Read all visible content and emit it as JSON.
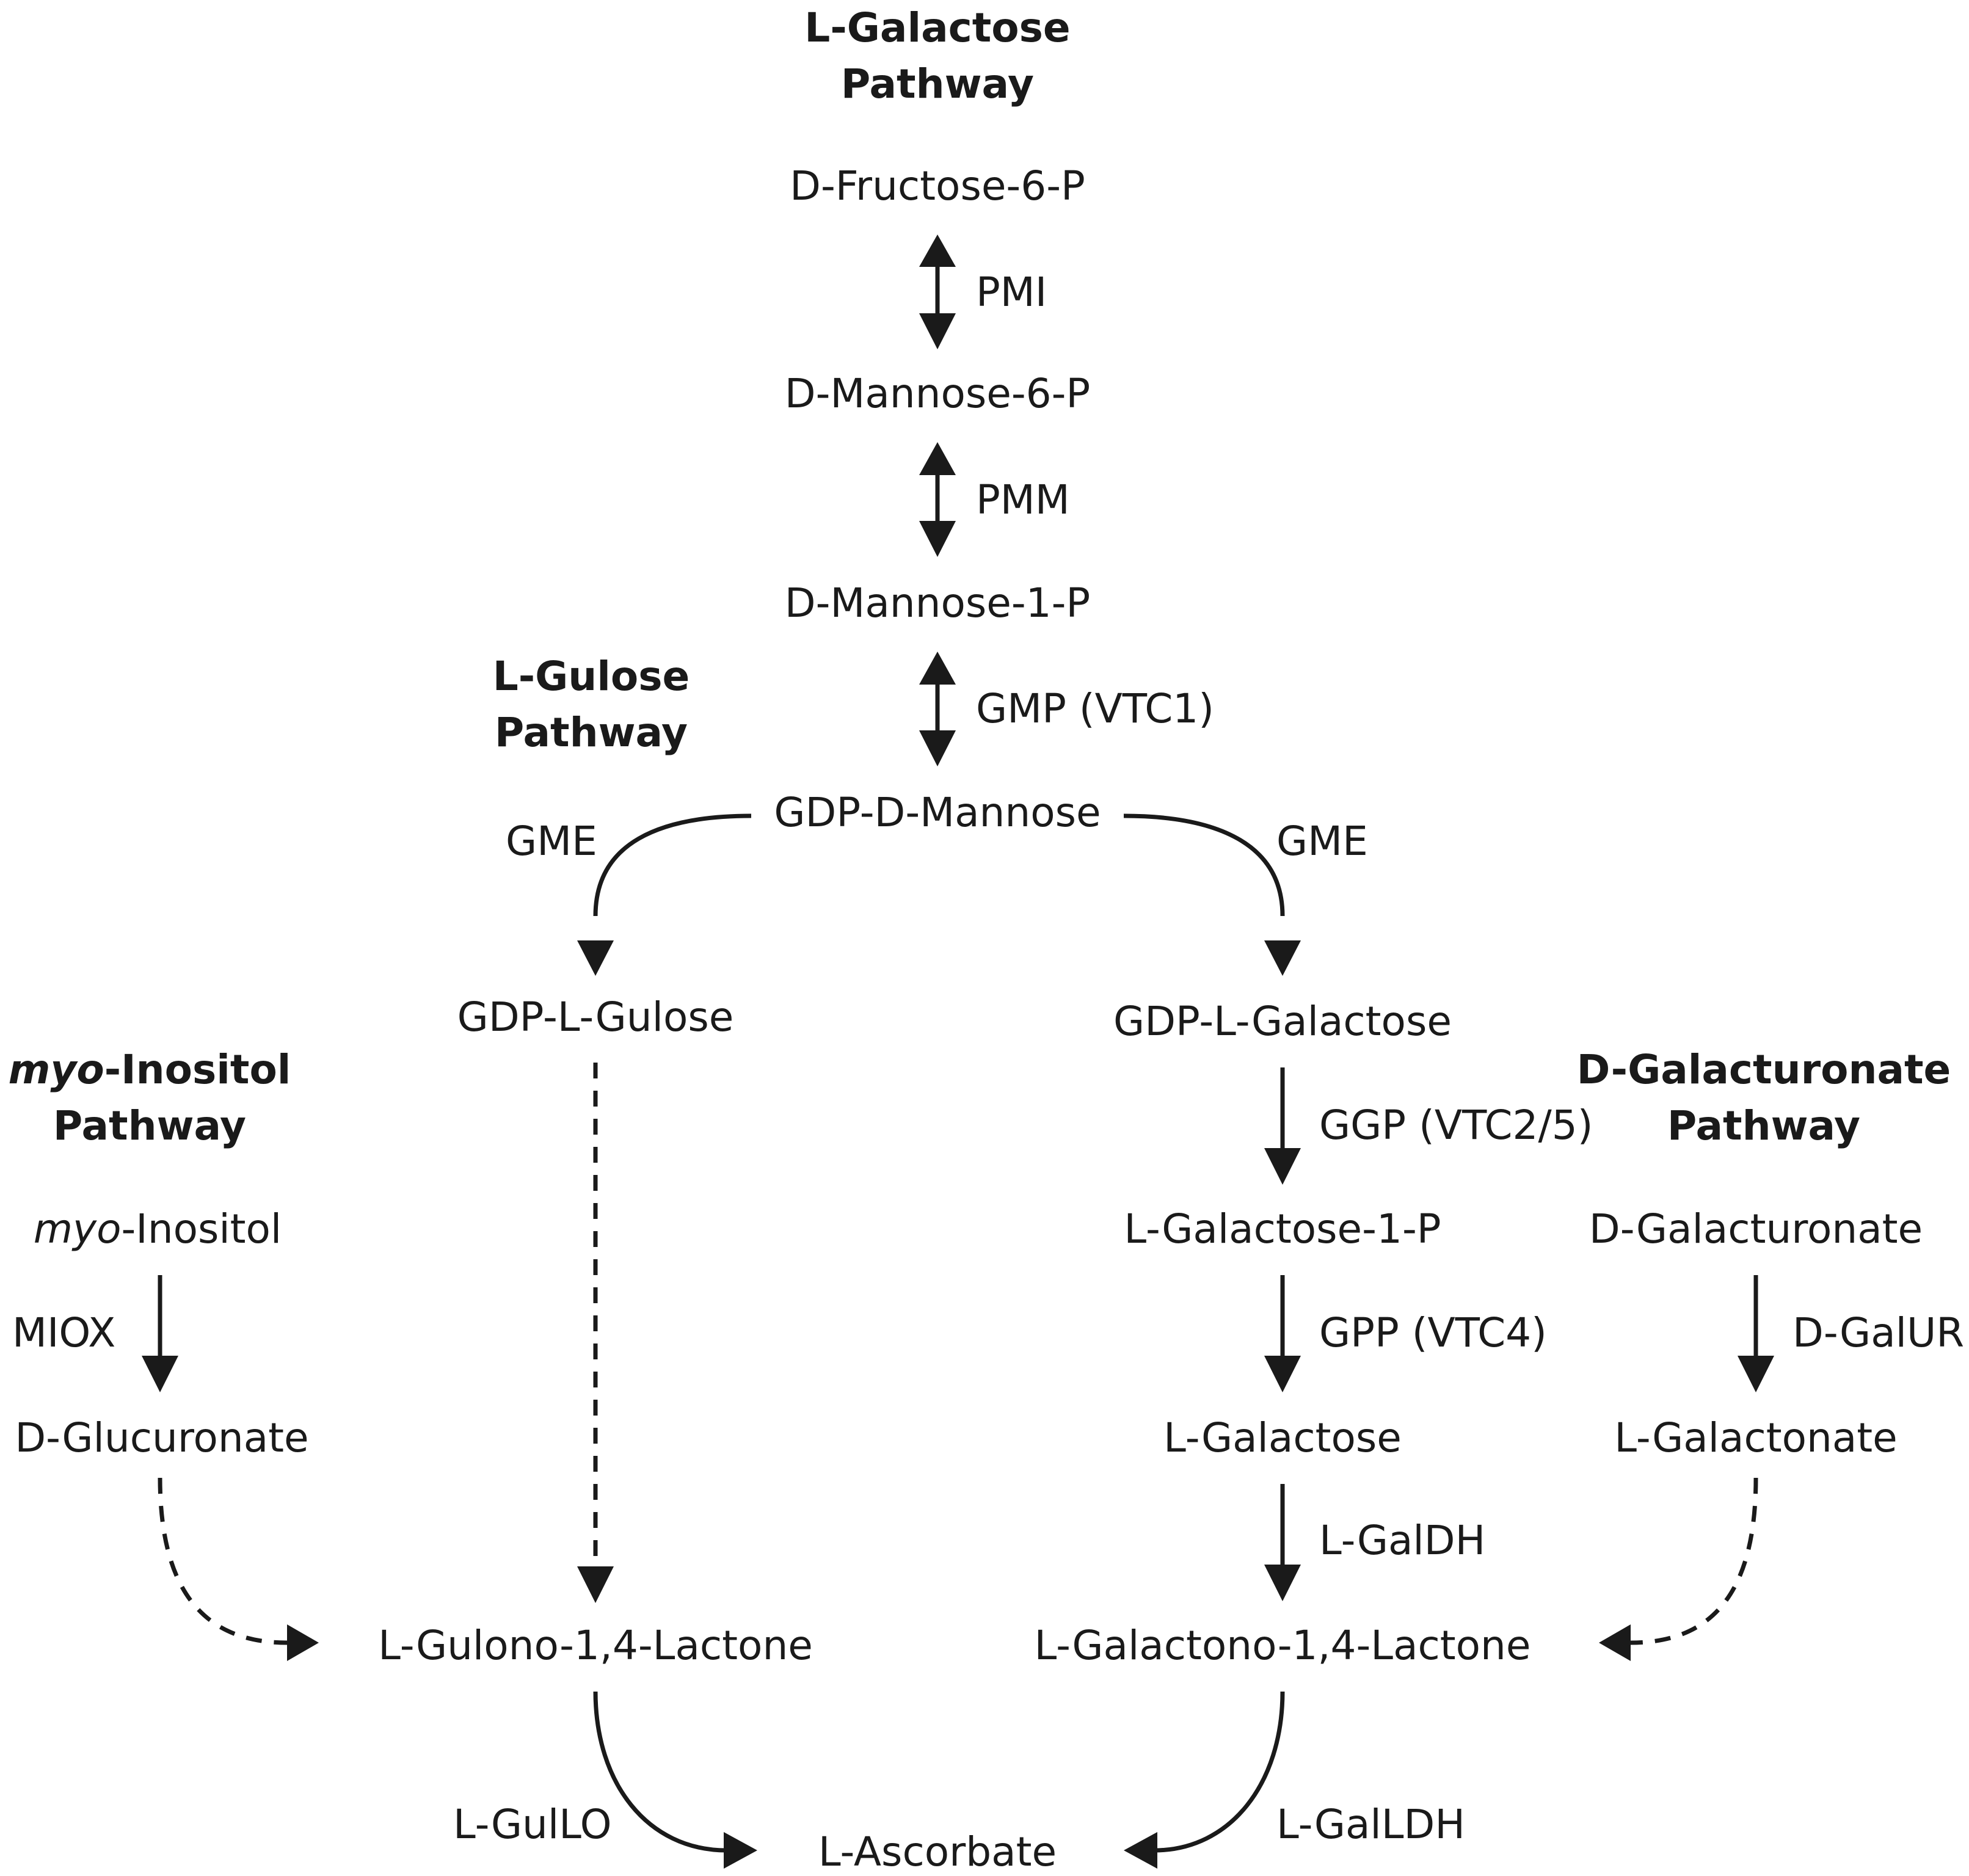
{
  "headings": {
    "l_galactose": [
      "L-Galactose",
      "Pathway"
    ],
    "l_gulose": [
      "L-Gulose",
      "Pathway"
    ],
    "myo_inositol_italic": "myo",
    "myo_inositol_rest": "-Inositol",
    "myo_inositol_line2": "Pathway",
    "d_galacturonate": [
      "D-Galacturonate",
      "Pathway"
    ]
  },
  "metabolites": {
    "d_fructose_6_p": "D-Fructose-6-P",
    "d_mannose_6_p": "D-Mannose-6-P",
    "d_mannose_1_p": "D-Mannose-1-P",
    "gdp_d_mannose": "GDP-D-Mannose",
    "gdp_l_gulose": "GDP-L-Gulose",
    "gdp_l_galactose": "GDP-L-Galactose",
    "myo_inositol_italic": "myo",
    "myo_inositol_rest": "-Inositol",
    "d_glucuronate": "D-Glucuronate",
    "l_galactose_1_p": "L-Galactose-1-P",
    "l_galactose": "L-Galactose",
    "d_galacturonate": "D-Galacturonate",
    "l_galactonate": "L-Galactonate",
    "l_gulono_lactone": "L-Gulono-1,4-Lactone",
    "l_galactono_lactone": "L-Galactono-1,4-Lactone",
    "l_ascorbate": "L-Ascorbate"
  },
  "enzymes": {
    "pmi": "PMI",
    "pmm": "PMM",
    "gmp": "GMP (VTC1)",
    "gme_left": "GME",
    "gme_right": "GME",
    "ggp": "GGP (VTC2/5)",
    "gpp": "GPP (VTC4)",
    "l_galdh": "L-GalDH",
    "miox": "MIOX",
    "d_galur": "D-GalUR",
    "l_gullo": "L-GulLO",
    "l_galldh": "L-GalLDH"
  },
  "colors": {
    "ink": "#1a1a1a",
    "background": "#ffffff"
  }
}
